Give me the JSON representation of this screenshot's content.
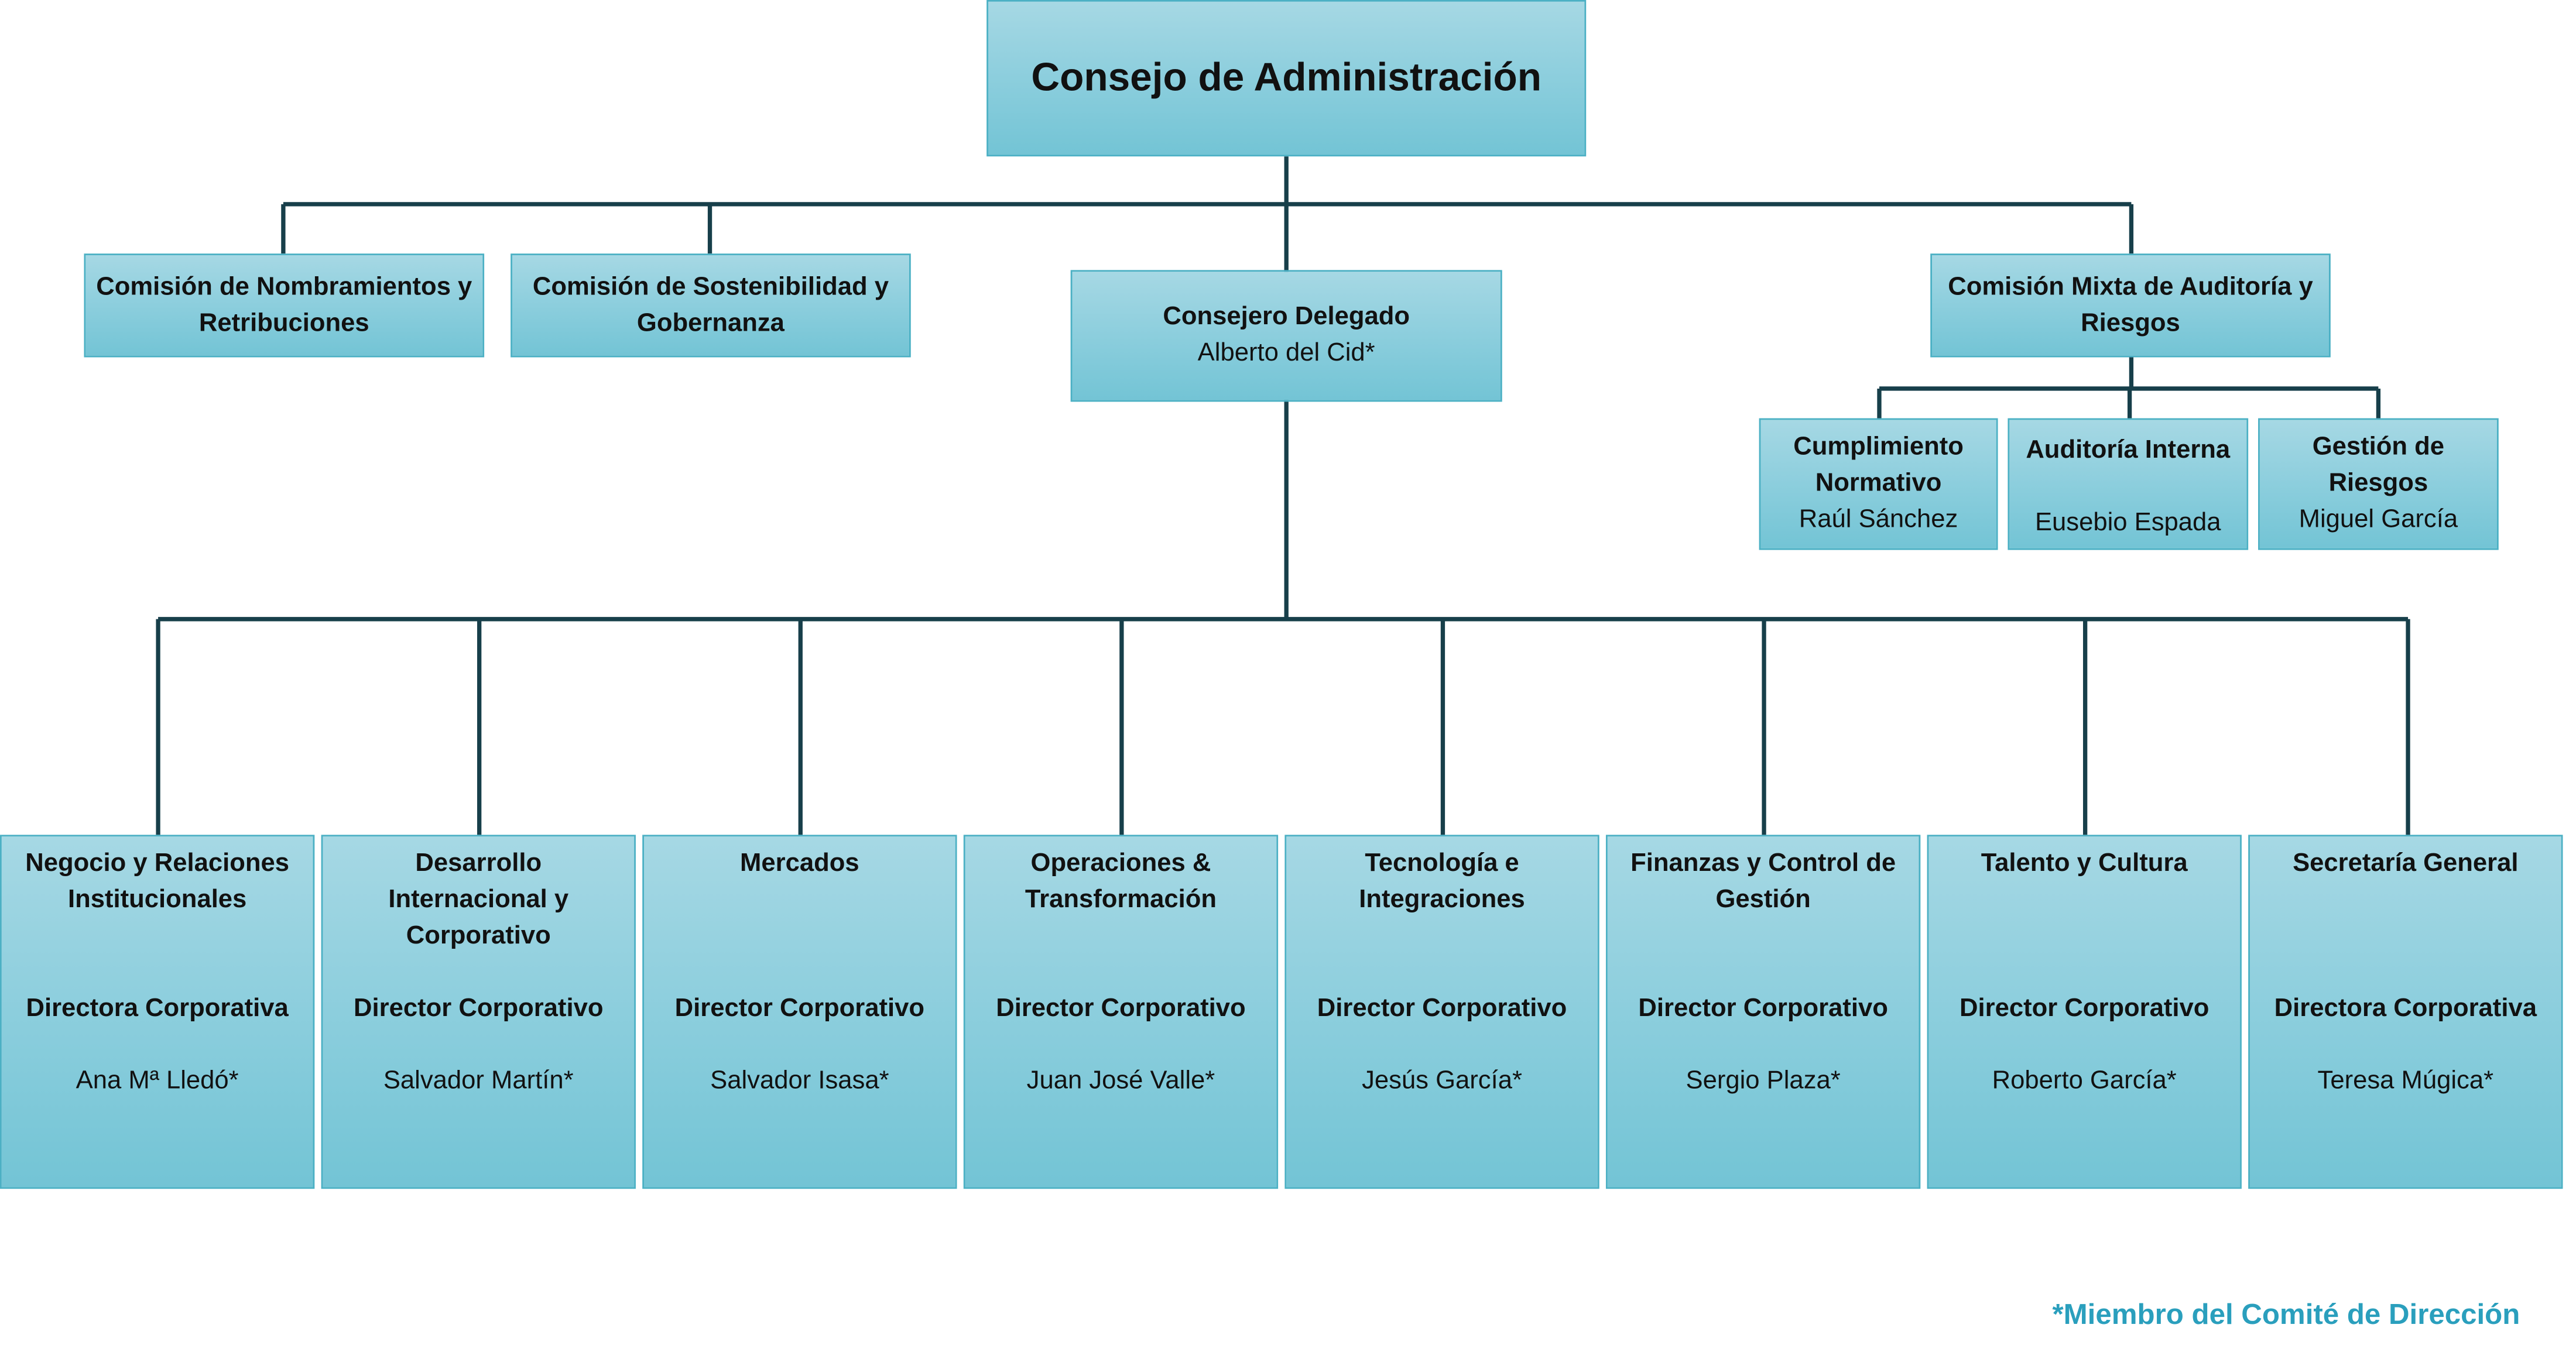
{
  "board": {
    "title": "Consejo de Administración"
  },
  "committees": [
    {
      "title": "Comisión de Nombramientos y Retribuciones"
    },
    {
      "title": "Comisión de Sostenibilidad y Gobernanza"
    },
    {
      "title": "Comisión Mixta de Auditoría y Riesgos"
    }
  ],
  "ceo": {
    "title": "Consejero Delegado",
    "name": "Alberto del Cid*"
  },
  "audit_units": [
    {
      "title": "Cumplimiento Normativo",
      "name": "Raúl Sánchez"
    },
    {
      "title": "Auditoría Interna",
      "name": "Eusebio Espada"
    },
    {
      "title": "Gestión de Riesgos",
      "name": "Miguel García"
    }
  ],
  "departments": [
    {
      "title": "Negocio y Relaciones Institucionales",
      "role": "Directora Corporativa",
      "name": "Ana Mª Lledó*"
    },
    {
      "title": "Desarrollo Internacional y Corporativo",
      "role": "Director Corporativo",
      "name": "Salvador Martín*"
    },
    {
      "title": "Mercados",
      "role": "Director Corporativo",
      "name": "Salvador Isasa*"
    },
    {
      "title": "Operaciones & Transformación",
      "role": "Director Corporativo",
      "name": "Juan José Valle*"
    },
    {
      "title": "Tecnología e Integraciones",
      "role": "Director Corporativo",
      "name": "Jesús García*"
    },
    {
      "title": "Finanzas y Control de Gestión",
      "role": "Director Corporativo",
      "name": "Sergio Plaza*"
    },
    {
      "title": "Talento y Cultura",
      "role": "Director Corporativo",
      "name": "Roberto García*"
    },
    {
      "title": "Secretaría General",
      "role": "Directora Corporativa",
      "name": "Teresa Múgica*"
    }
  ],
  "footnote": "*Miembro del Comité de Dirección",
  "colors": {
    "box_fill_top": "#a6d8e4",
    "box_fill_bottom": "#73c4d5",
    "box_border": "#4bb0c4",
    "connector": "#173f4a",
    "footnote": "#2a9fbd"
  }
}
